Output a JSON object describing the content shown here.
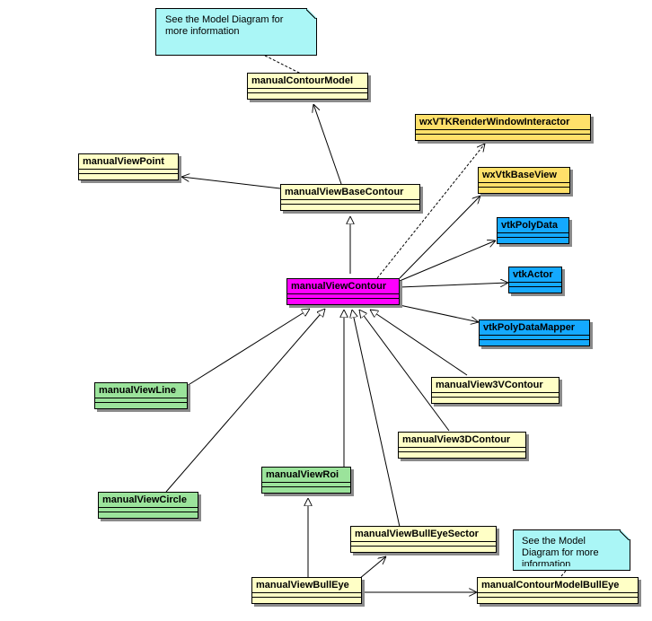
{
  "colors": {
    "cream": "#ffffc6",
    "gold": "#ffe06a",
    "blue": "#14a9ff",
    "magenta": "#ff00ff",
    "green": "#9be39b",
    "note": "#aaf6f6"
  },
  "classes": [
    {
      "id": "manualContourModel",
      "label": "manualContourModel",
      "color": "cream"
    },
    {
      "id": "wxVTKRenderWindowInteractor",
      "label": "wxVTKRenderWindowInteractor",
      "color": "gold"
    },
    {
      "id": "manualViewPoint",
      "label": "manualViewPoint",
      "color": "cream"
    },
    {
      "id": "manualViewBaseContour",
      "label": "manualViewBaseContour",
      "color": "cream"
    },
    {
      "id": "wxVtkBaseView",
      "label": "wxVtkBaseView",
      "color": "gold"
    },
    {
      "id": "vtkPolyData",
      "label": "vtkPolyData",
      "color": "blue"
    },
    {
      "id": "vtkActor",
      "label": "vtkActor",
      "color": "blue"
    },
    {
      "id": "manualViewContour",
      "label": "manualViewContour",
      "color": "magenta"
    },
    {
      "id": "vtkPolyDataMapper",
      "label": "vtkPolyDataMapper",
      "color": "blue"
    },
    {
      "id": "manualView3VContour",
      "label": "manualView3VContour",
      "color": "cream"
    },
    {
      "id": "manualViewLine",
      "label": "manualViewLine",
      "color": "green"
    },
    {
      "id": "manualView3DContour",
      "label": "manualView3DContour",
      "color": "cream"
    },
    {
      "id": "manualViewRoi",
      "label": "manualViewRoi",
      "color": "green"
    },
    {
      "id": "manualViewCircle",
      "label": "manualViewCircle",
      "color": "green"
    },
    {
      "id": "manualViewBullEyeSector",
      "label": "manualViewBullEyeSector",
      "color": "cream"
    },
    {
      "id": "manualViewBullEye",
      "label": "manualViewBullEye",
      "color": "cream"
    },
    {
      "id": "manualContourModelBullEye",
      "label": "manualContourModelBullEye",
      "color": "cream"
    }
  ],
  "notes": [
    {
      "id": "note1",
      "text": "See the Model Diagram for\nmore information"
    },
    {
      "id": "note2",
      "text": "See the Model\nDiagram for more\ninformation"
    }
  ]
}
